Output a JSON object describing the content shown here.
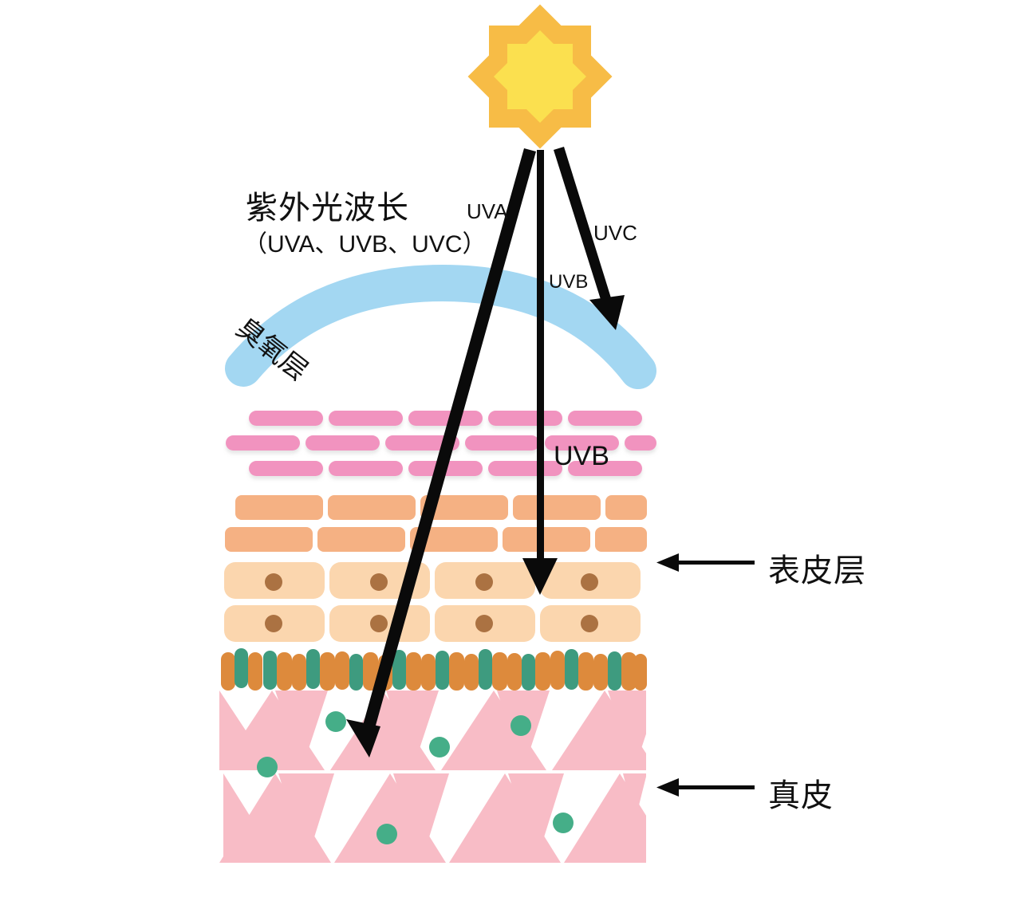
{
  "diagram": {
    "title_cn": "紫外光波长",
    "title_sub": "（UVA、UVB、UVC）",
    "ozone_label": "臭氧层",
    "labels": {
      "uva": "UVA",
      "uvb_sky": "UVB",
      "uvc": "UVC",
      "uvb_skin": "UVB",
      "epidermis": "表皮层",
      "dermis": "真皮"
    },
    "colors": {
      "sun_outer": "#F7BC46",
      "sun_inner": "#FBE04F",
      "ozone": "#A3D7F2",
      "brick_pink": "#F193BF",
      "brick_orange": "#F5B183",
      "cell_tan": "#FBD6AE",
      "nucleus_brown": "#AB7242",
      "basal_orange": "#DD8A3C",
      "basal_green": "#3E9B7F",
      "dermis_pink": "#F8BCC6",
      "dermis_dot": "#45AE88",
      "arrow_black": "#0A0A0A",
      "background": "#FFFFFF"
    },
    "layers": [
      {
        "name": "ozone-layer",
        "label": "臭氧层"
      },
      {
        "name": "epidermis",
        "label": "表皮层"
      },
      {
        "name": "dermis",
        "label": "真皮"
      }
    ],
    "rays": [
      {
        "name": "uva",
        "label": "UVA",
        "penetrates_to": "dermis"
      },
      {
        "name": "uvb",
        "label": "UVB",
        "penetrates_to": "epidermis"
      },
      {
        "name": "uvc",
        "label": "UVC",
        "penetrates_to": "ozone-layer"
      }
    ]
  }
}
